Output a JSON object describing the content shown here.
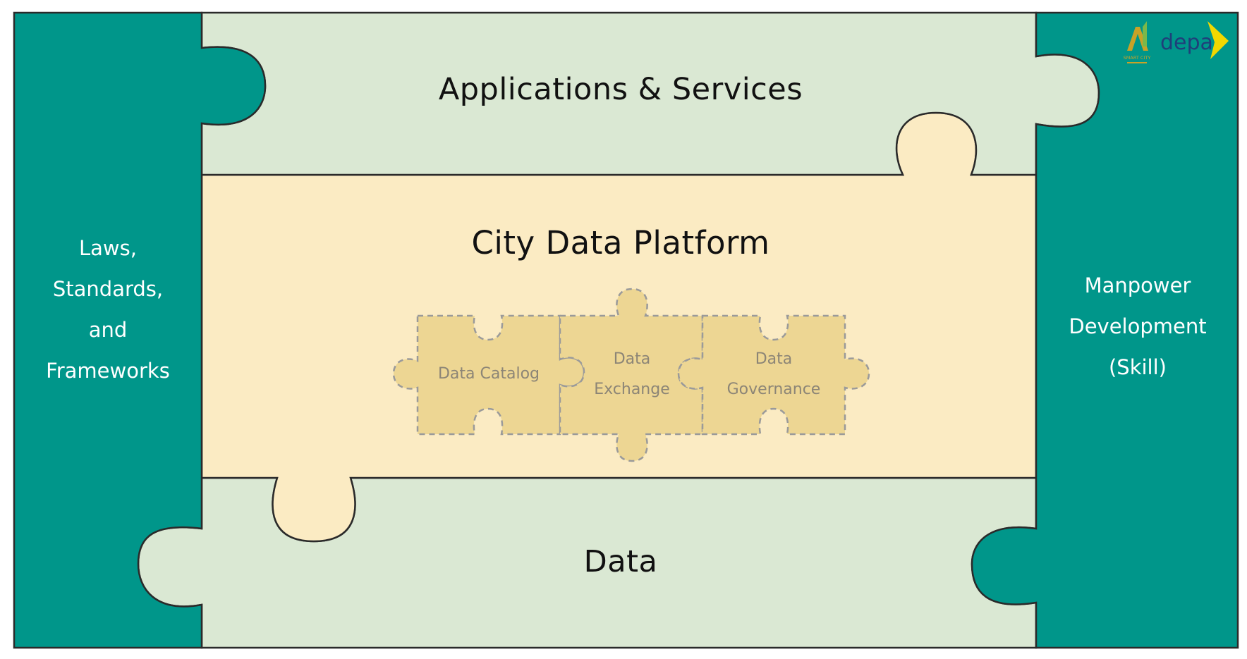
{
  "pieces": {
    "laws": {
      "label": "Laws, Standards, and Frameworks",
      "lines": [
        "Laws,",
        "Standards,",
        "and",
        "Frameworks"
      ],
      "color": "#00968A"
    },
    "manpower": {
      "label": "Manpower Development (Skill)",
      "lines": [
        "Manpower",
        "Development",
        "(Skill)"
      ],
      "color": "#00968A"
    },
    "applications": {
      "label": "Applications & Services",
      "color": "#DAE8D3"
    },
    "platform": {
      "label": "City Data Platform",
      "color": "#FBEBC3"
    },
    "data": {
      "label": "Data",
      "color": "#DAE8D3"
    }
  },
  "sub_pieces": {
    "catalog": {
      "lines": [
        "Data Catalog"
      ]
    },
    "exchange": {
      "lines": [
        "Data",
        "Exchange"
      ]
    },
    "governance": {
      "lines": [
        "Data",
        "Governance"
      ]
    },
    "fill": "#EDD693",
    "border": "#9a9a9a"
  },
  "logos": {
    "smart_city": {
      "text": "SMART CITY",
      "color": "#c9a227"
    },
    "depa": {
      "text": "depa",
      "color": "#1f3f7a",
      "accent": "#f2d800"
    }
  }
}
